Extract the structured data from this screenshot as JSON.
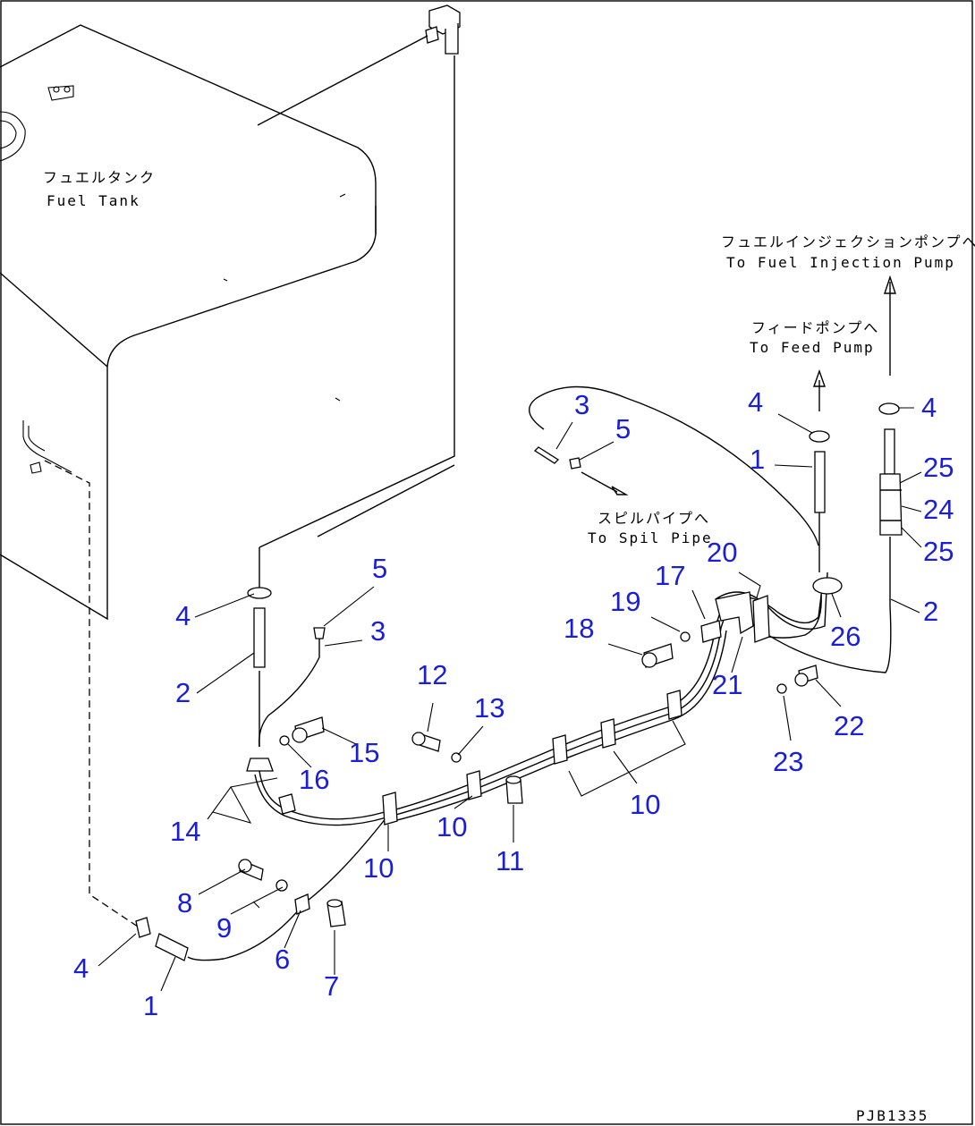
{
  "labels": {
    "fuel_tank_jp": "フュエルタンク",
    "fuel_tank_en": "Fuel Tank",
    "injection_pump_jp": "フュエルインジェクションポンプへ",
    "injection_pump_en": "To Fuel Injection Pump",
    "feed_pump_jp": "フィードポンプへ",
    "feed_pump_en": "To Feed Pump",
    "spill_pipe_jp": "スピルパイプへ",
    "spill_pipe_en": "To Spil Pipe",
    "drawing_code": "PJB1335"
  },
  "callouts": [
    "4",
    "1",
    "4",
    "2",
    "25",
    "24",
    "25",
    "2",
    "3",
    "5",
    "5",
    "3",
    "4",
    "2",
    "20",
    "17",
    "19",
    "18",
    "26",
    "21",
    "22",
    "23",
    "12",
    "13",
    "15",
    "16",
    "14",
    "10",
    "10",
    "11",
    "10",
    "8",
    "9",
    "6",
    "4",
    "1",
    "7"
  ],
  "colors": {
    "callout": "#1a1fd6",
    "line": "#000000"
  }
}
